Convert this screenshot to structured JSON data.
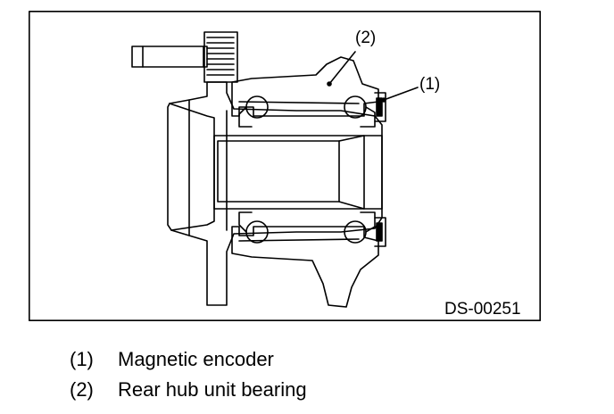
{
  "diagram": {
    "code": "DS-00251",
    "callouts": [
      {
        "label": "(1)"
      },
      {
        "label": "(2)"
      }
    ]
  },
  "legend": [
    {
      "num": "(1)",
      "text": "Magnetic encoder"
    },
    {
      "num": "(2)",
      "text": "Rear hub unit bearing"
    }
  ]
}
